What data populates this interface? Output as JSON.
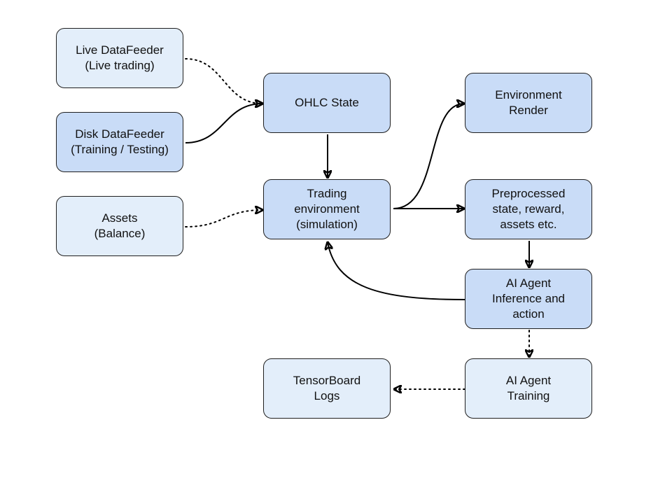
{
  "diagram": {
    "nodes": {
      "live_datafeeder": {
        "lines": [
          "Live DataFeeder",
          "(Live trading)"
        ],
        "fill": "#e3eefa"
      },
      "disk_datafeeder": {
        "lines": [
          "Disk DataFeeder",
          "(Training / Testing)"
        ],
        "fill": "#c9dcf7"
      },
      "assets": {
        "lines": [
          "Assets",
          "(Balance)"
        ],
        "fill": "#e3eefa"
      },
      "ohlc_state": {
        "lines": [
          "OHLC State"
        ],
        "fill": "#c9dcf7"
      },
      "trading_environment": {
        "lines": [
          "Trading",
          "environment",
          "(simulation)"
        ],
        "fill": "#c9dcf7"
      },
      "tensorboard_logs": {
        "lines": [
          "TensorBoard",
          "Logs"
        ],
        "fill": "#e3eefa"
      },
      "environment_render": {
        "lines": [
          "Environment",
          "Render"
        ],
        "fill": "#c9dcf7"
      },
      "preprocessed_state": {
        "lines": [
          "Preprocessed",
          "state, reward,",
          "assets etc."
        ],
        "fill": "#c9dcf7"
      },
      "ai_agent_inference": {
        "lines": [
          "AI Agent",
          "Inference and",
          "action"
        ],
        "fill": "#c9dcf7"
      },
      "ai_agent_training": {
        "lines": [
          "AI Agent",
          "Training"
        ],
        "fill": "#e3eefa"
      }
    },
    "edges": [
      {
        "from": "live_datafeeder",
        "to": "ohlc_state",
        "style": "dotted"
      },
      {
        "from": "disk_datafeeder",
        "to": "ohlc_state",
        "style": "solid"
      },
      {
        "from": "assets",
        "to": "trading_environment",
        "style": "dotted"
      },
      {
        "from": "ohlc_state",
        "to": "trading_environment",
        "style": "solid"
      },
      {
        "from": "trading_environment",
        "to": "environment_render",
        "style": "solid"
      },
      {
        "from": "trading_environment",
        "to": "preprocessed_state",
        "style": "solid"
      },
      {
        "from": "preprocessed_state",
        "to": "ai_agent_inference",
        "style": "solid"
      },
      {
        "from": "ai_agent_inference",
        "to": "trading_environment",
        "style": "solid"
      },
      {
        "from": "ai_agent_inference",
        "to": "ai_agent_training",
        "style": "dotted"
      },
      {
        "from": "ai_agent_training",
        "to": "tensorboard_logs",
        "style": "dotted"
      }
    ]
  }
}
